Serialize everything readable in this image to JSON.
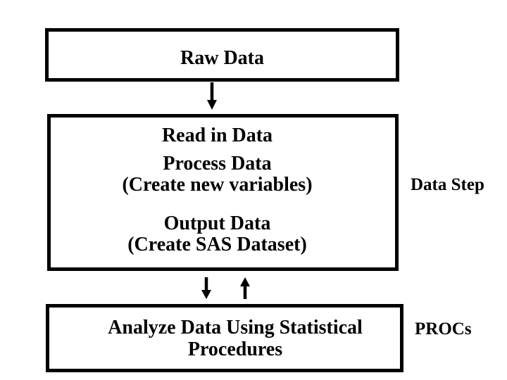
{
  "slide": {
    "background_color": "#ffffff",
    "border_color": "#000000",
    "text_color": "#000000"
  },
  "boxes": {
    "raw_data": {
      "label": "Raw Data"
    },
    "data_step": {
      "lines": [
        "Read in Data",
        "Process Data",
        "(Create new variables)",
        "Output Data",
        "(Create SAS Dataset)"
      ]
    },
    "analyze": {
      "lines": [
        "Analyze Data Using Statistical",
        "Procedures"
      ]
    }
  },
  "side_labels": {
    "data_step": "Data Step",
    "procs": "PROCs"
  },
  "icons": {
    "arrow_raw_to_datastep": "down-arrow",
    "arrow_datastep_to_analyze": "down-arrow",
    "arrow_analyze_to_datastep": "up-arrow"
  },
  "flow": {
    "description_visible_text_only": true
  }
}
